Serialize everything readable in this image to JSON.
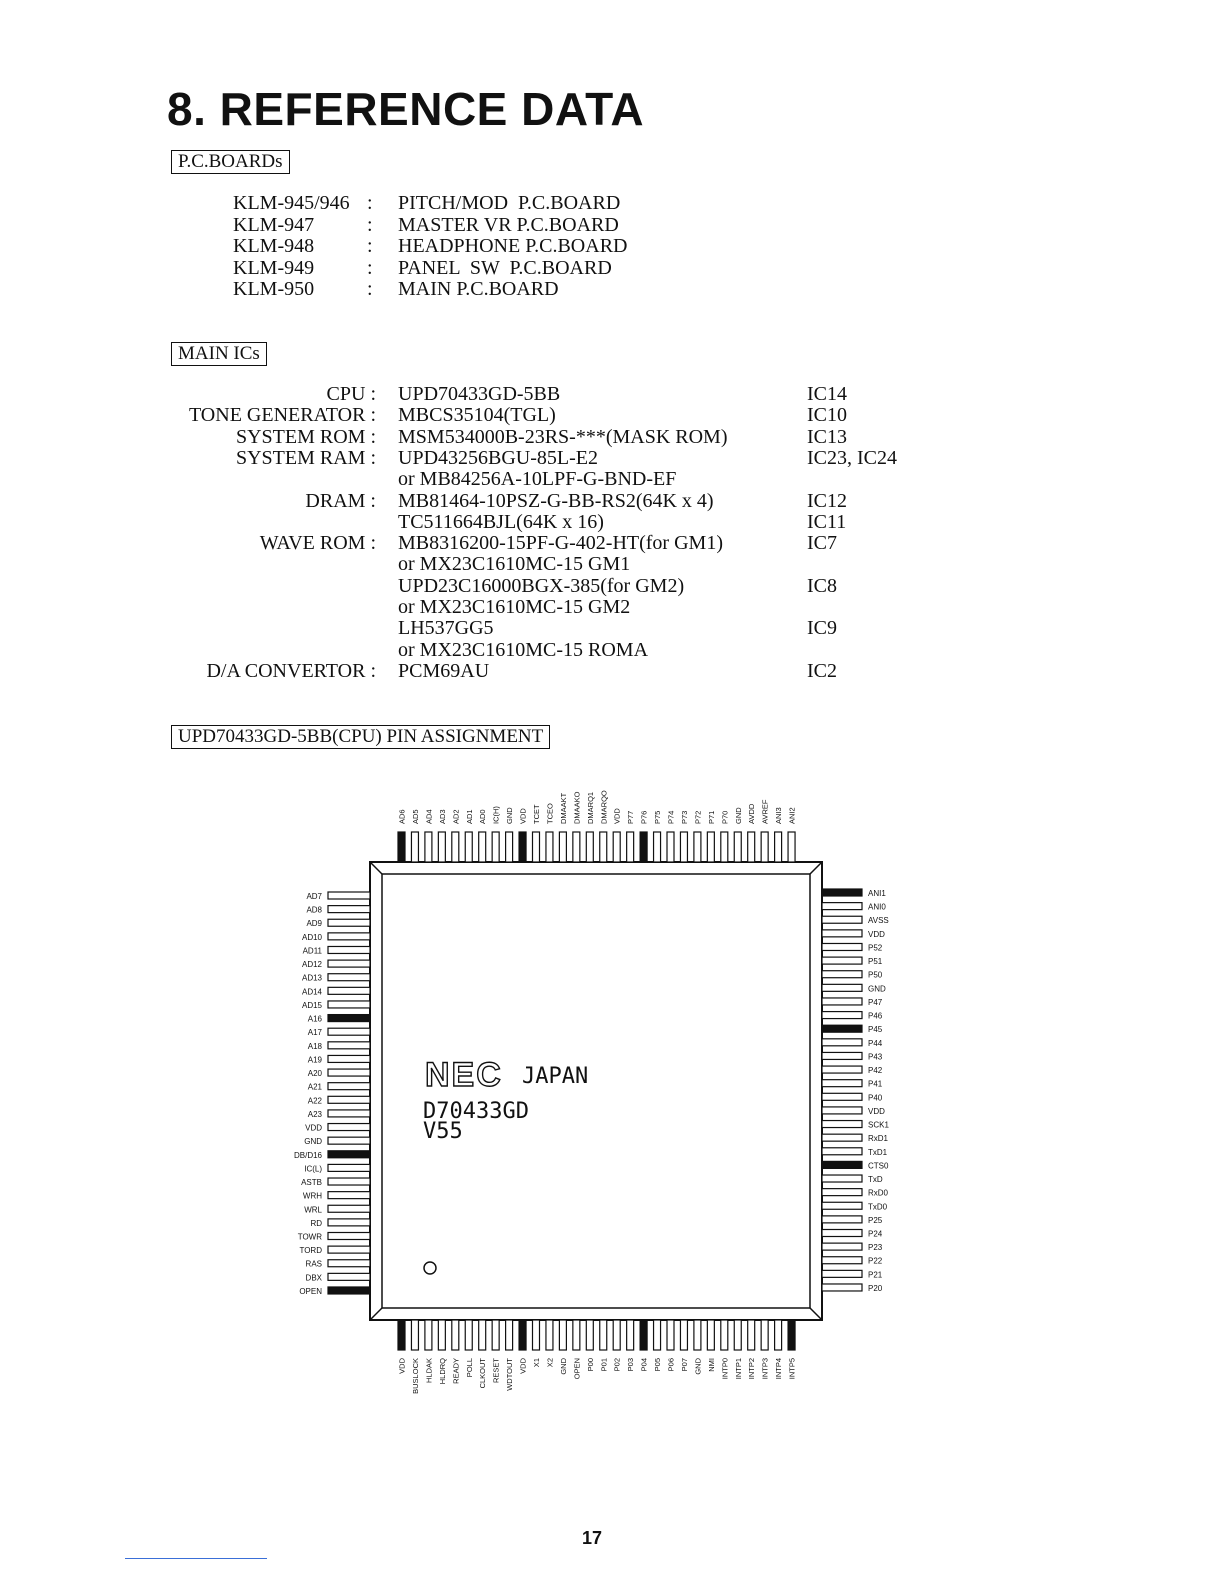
{
  "title": "8. REFERENCE DATA",
  "pcb_section": {
    "label": "P.C.BOARDs",
    "rows": [
      {
        "code": "KLM-945/946",
        "sep": ":",
        "desc": "PITCH/MOD  P.C.BOARD"
      },
      {
        "code": "KLM-947",
        "sep": ":",
        "desc": "MASTER VR P.C.BOARD"
      },
      {
        "code": "KLM-948",
        "sep": ":",
        "desc": "HEADPHONE P.C.BOARD"
      },
      {
        "code": "KLM-949",
        "sep": ":",
        "desc": "PANEL  SW  P.C.BOARD"
      },
      {
        "code": "KLM-950",
        "sep": ":",
        "desc": "MAIN P.C.BOARD"
      }
    ]
  },
  "ic_section": {
    "label": "MAIN ICs",
    "rows": [
      {
        "name": "CPU :",
        "part": "UPD70433GD-5BB",
        "ref": "IC14"
      },
      {
        "name": "TONE GENERATOR :",
        "part": "MBCS35104(TGL)",
        "ref": "IC10"
      },
      {
        "name": "SYSTEM ROM :",
        "part": "MSM534000B-23RS-***(MASK ROM)",
        "ref": "IC13"
      },
      {
        "name": "SYSTEM RAM :",
        "part": "UPD43256BGU-85L-E2",
        "ref": "IC23, IC24"
      },
      {
        "name": "",
        "part": "or MB84256A-10LPF-G-BND-EF",
        "ref": ""
      },
      {
        "name": "DRAM :",
        "part": "MB81464-10PSZ-G-BB-RS2(64K x 4)",
        "ref": "IC12"
      },
      {
        "name": "",
        "part": "TC511664BJL(64K x 16)",
        "ref": "IC11"
      },
      {
        "name": "WAVE ROM :",
        "part": "MB8316200-15PF-G-402-HT(for GM1)",
        "ref": "IC7"
      },
      {
        "name": "",
        "part": "or MX23C1610MC-15 GM1",
        "ref": ""
      },
      {
        "name": "",
        "part": "UPD23C16000BGX-385(for GM2)",
        "ref": "IC8"
      },
      {
        "name": "",
        "part": "or MX23C1610MC-15 GM2",
        "ref": ""
      },
      {
        "name": "",
        "part": "LH537GG5",
        "ref": "IC9"
      },
      {
        "name": "",
        "part": "or MX23C1610MC-15 ROMA",
        "ref": ""
      },
      {
        "name": "D/A CONVERTOR :",
        "part": "PCM69AU",
        "ref": "IC2"
      }
    ]
  },
  "pin_section": {
    "label": "UPD70433GD-5BB(CPU) PIN ASSIGNMENT",
    "chip_logo": "NEC",
    "chip_origin": "JAPAN",
    "chip_part": "D70433GD",
    "chip_variant": "V55",
    "top_pins": [
      "AD6",
      "AD5",
      "AD4",
      "AD3",
      "AD2",
      "AD1",
      "AD0",
      "IC(H)",
      "GND",
      "VDD",
      "TCET",
      "TCEO",
      "DMAAKT",
      "DMAAKO",
      "DMARQ1",
      "DMARQO",
      "VDD",
      "P77",
      "P76",
      "P75",
      "P74",
      "P73",
      "P72",
      "P71",
      "P70",
      "GND",
      "AVDD",
      "AVREF",
      "ANI3",
      "ANI2"
    ],
    "bottom_pins": [
      "VDD",
      "BUSLOCK",
      "HLDAK",
      "HLDRQ",
      "READY",
      "POLL",
      "CLKOUT",
      "RESET",
      "WDTOUT",
      "VDD",
      "X1",
      "X2",
      "GND",
      "OPEN",
      "P00",
      "P01",
      "P02",
      "P03",
      "P04",
      "P05",
      "P06",
      "P07",
      "GND",
      "NMI",
      "INTP0",
      "INTP1",
      "INTP2",
      "INTP3",
      "INTP4",
      "INTP5"
    ],
    "left_pins": [
      "AD7",
      "AD8",
      "AD9",
      "AD10",
      "AD11",
      "AD12",
      "AD13",
      "AD14",
      "AD15",
      "A16",
      "A17",
      "A18",
      "A19",
      "A20",
      "A21",
      "A22",
      "A23",
      "VDD",
      "GND",
      "DB/D16",
      "IC(L)",
      "ASTB",
      "WRH",
      "WRL",
      "RD",
      "TOWR",
      "TORD",
      "RAS",
      "DBX",
      "OPEN"
    ],
    "right_pins": [
      "ANI1",
      "ANI0",
      "AVSS",
      "VDD",
      "P52",
      "P51",
      "P50",
      "GND",
      "P47",
      "P46",
      "P45",
      "P44",
      "P43",
      "P42",
      "P41",
      "P40",
      "VDD",
      "SCK1",
      "RxD1",
      "TxD1",
      "CTS0",
      "TxD",
      "RxD0",
      "TxD0",
      "P25",
      "P24",
      "P23",
      "P22",
      "P21",
      "P20"
    ]
  },
  "page_number": "17"
}
